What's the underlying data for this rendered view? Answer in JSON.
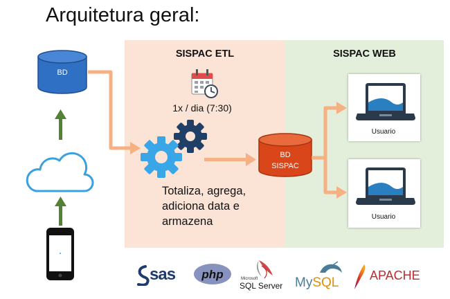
{
  "title": "Arquitetura geral:",
  "panels": {
    "etl_title": "SISPAC ETL",
    "web_title": "SISPAC WEB"
  },
  "databases": {
    "source_label": "BD",
    "sispac_label_line1": "BD",
    "sispac_label_line2": "SISPAC"
  },
  "etl": {
    "schedule": "1x / dia (7:30)",
    "process_lines": [
      "Totaliza, agrega,",
      "adiciona data e",
      "armazena"
    ]
  },
  "users": [
    {
      "label": "Usuario"
    },
    {
      "label": "Usuario"
    }
  ],
  "logos": {
    "sas": "sas",
    "php": "php",
    "sql_server_small": "Microsoft",
    "sql_server": "SQL Server",
    "mysql_my": "My",
    "mysql_sql": "SQL",
    "apache": "APACHE"
  },
  "colors": {
    "etl_bg": "#fbe3d6",
    "web_bg": "#e3efda",
    "db_source": "#2f6fc4",
    "db_sispac": "#d9461a",
    "arrow_orange": "#f5b183",
    "arrow_green": "#548235",
    "gear_light": "#39a6e8",
    "gear_dark": "#1f3f66",
    "cloud": "#3aa0e0"
  }
}
